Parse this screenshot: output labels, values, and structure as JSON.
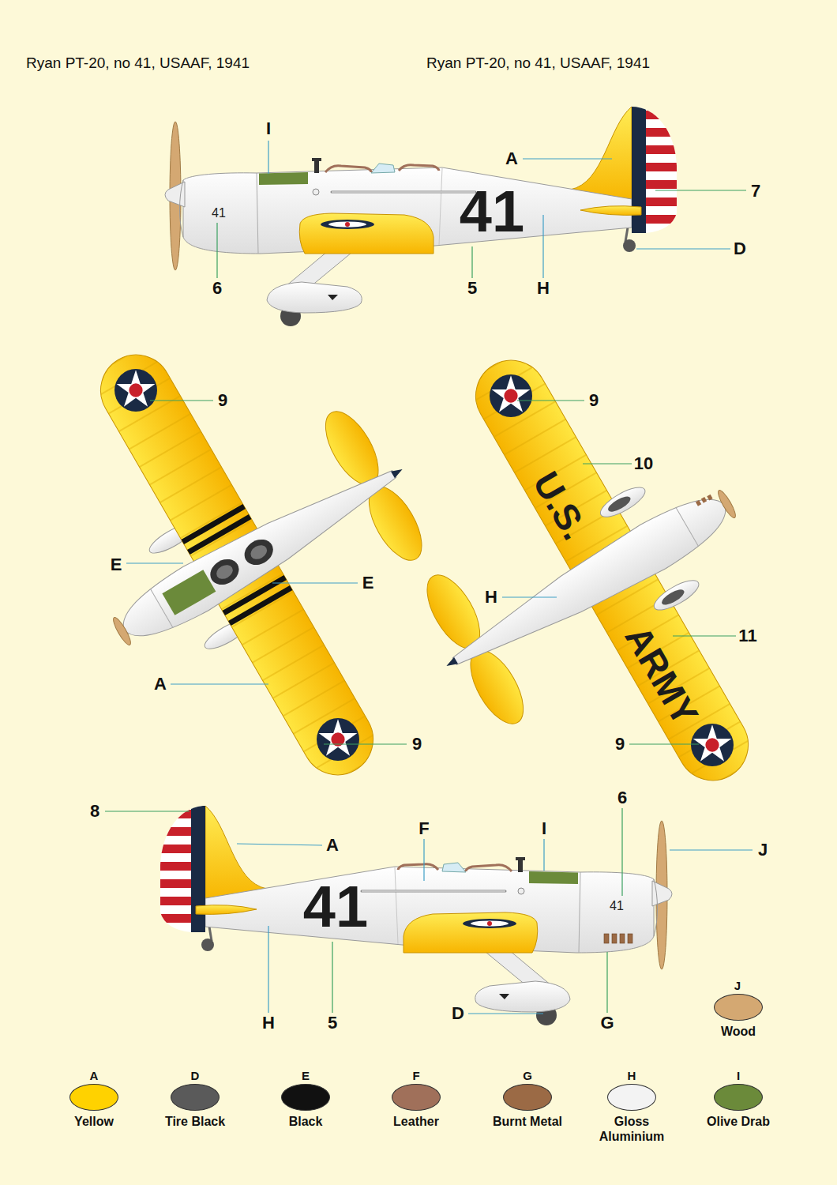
{
  "diagram": {
    "title": "Ryan PT-20, no 41, USAAF, 1941",
    "labels": [
      "Ryan PT-20, no 41, USAAF, 1941",
      "I",
      "A",
      "7",
      "D",
      "41",
      "41",
      "6",
      "5",
      "H",
      "9",
      "E",
      "E",
      "A",
      "9",
      "9",
      "10",
      "U.S.",
      "H",
      "11",
      "ARMY",
      "9",
      "8",
      "A",
      "F",
      "I",
      "6",
      "J",
      "41",
      "41",
      "H",
      "5",
      "D",
      "G",
      "J",
      "A",
      "D",
      "E",
      "F",
      "G",
      "H",
      "I"
    ],
    "legend": [
      {
        "text": "Yellow",
        "color": "#ffd200"
      },
      {
        "text": "Tire Black",
        "color": "#5a5a5a"
      },
      {
        "text": "Black",
        "color": "#111111"
      },
      {
        "text": "Leather",
        "color": "#a0705a"
      },
      {
        "text": "Burnt Metal",
        "color": "#9b6a45"
      },
      {
        "text": "Gloss Aluminium",
        "color": "#f3f3f3"
      },
      {
        "text": "Olive Drab",
        "color": "#6b8a3a"
      },
      {
        "text": "Wood",
        "color": "#d4a872"
      }
    ]
  }
}
